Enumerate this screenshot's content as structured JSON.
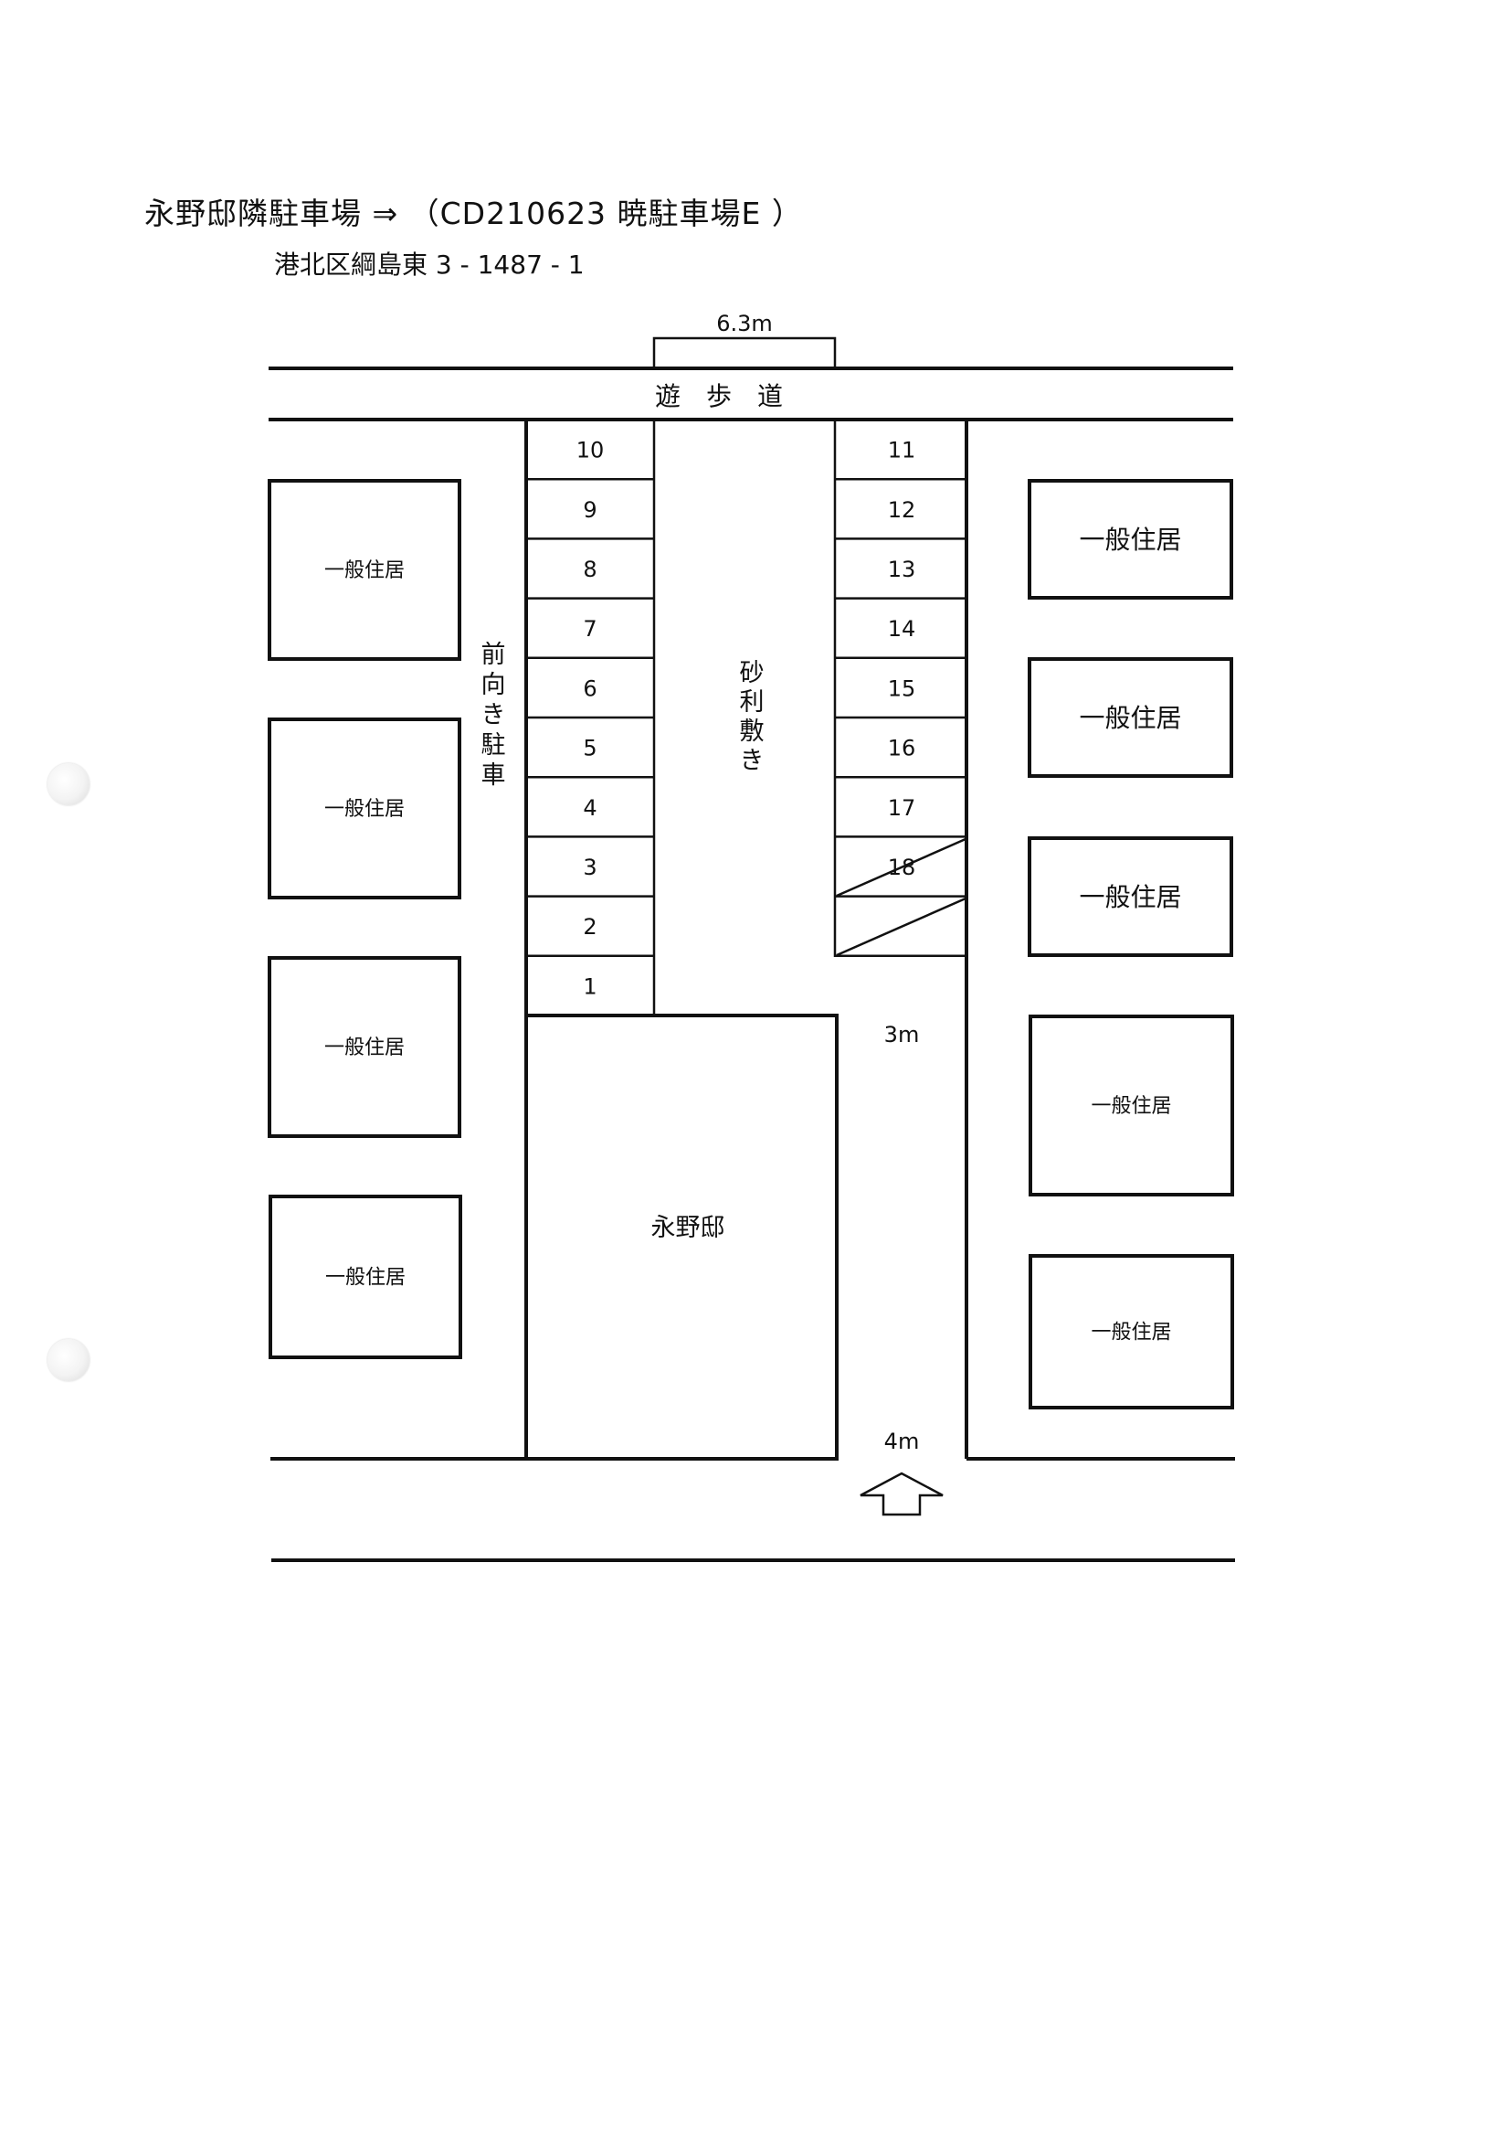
{
  "header": {
    "title": "永野邸隣駐車場 ⇒ （CD210623 暁駐車場E ）",
    "address": "港北区綱島東 3 - 1487 - 1"
  },
  "map": {
    "top_width_label": "6.3m",
    "promenade_label": "遊　歩　道",
    "gravel_label": [
      "砂",
      "利",
      "敷",
      "き"
    ],
    "front_parking_label": [
      "前",
      "向",
      "き",
      "駐",
      "車"
    ],
    "nagano_house_label": "永野邸",
    "aisle_width_label": "3m",
    "road_width_label": "4m",
    "residence_label": "一般住居",
    "left_stalls": [
      "10",
      "9",
      "8",
      "7",
      "6",
      "5",
      "4",
      "3",
      "2",
      "1"
    ],
    "right_stalls": [
      "11",
      "12",
      "13",
      "14",
      "15",
      "16",
      "17",
      "18",
      ""
    ]
  }
}
